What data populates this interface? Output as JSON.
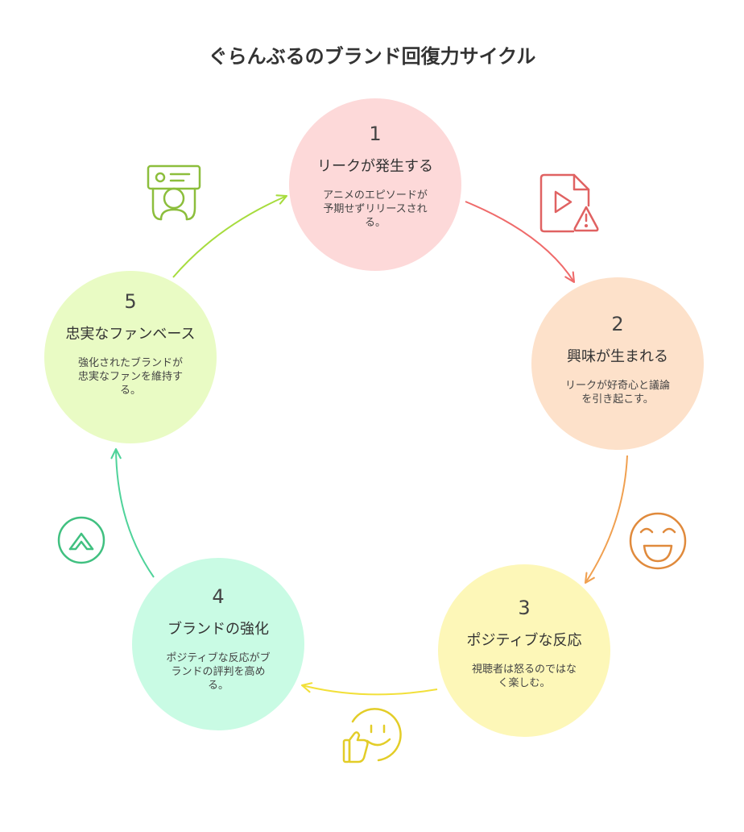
{
  "title": "ぐらんぶるのブランド回復力サイクル",
  "steps": [
    {
      "number": "1",
      "title": "リークが発生する",
      "description": "アニメのエピソードが予期せずリリースされる。",
      "color": "#fdd9d9",
      "icon": "video-file-warning-icon",
      "icon_color": "#e06262"
    },
    {
      "number": "2",
      "title": "興味が生まれる",
      "description": "リークが好奇心と議論を引き起こす。",
      "color": "#fde1ca",
      "icon": "laughing-face-icon",
      "icon_color": "#e08a3c"
    },
    {
      "number": "3",
      "title": "ポジティブな反応",
      "description": "視聴者は怒るのではなく楽しむ。",
      "color": "#fdf7b8",
      "icon": "smiley-thumbs-up-icon",
      "icon_color": "#e3cd28"
    },
    {
      "number": "4",
      "title": "ブランドの強化",
      "description": "ポジティブな反応がブランドの評判を高める。",
      "color": "#c9fbe4",
      "icon": "chevron-up-circle-icon",
      "icon_color": "#40c080"
    },
    {
      "number": "5",
      "title": "忠実なファンベース",
      "description": "強化されたブランドが忠実なファンを維持する。",
      "color": "#e9fbc4",
      "icon": "fan-holding-card-icon",
      "icon_color": "#8cbe3c"
    }
  ],
  "arrows": [
    {
      "from": "1",
      "to": "2",
      "color": "#ef6b6b"
    },
    {
      "from": "2",
      "to": "3",
      "color": "#f0a050"
    },
    {
      "from": "3",
      "to": "4",
      "color": "#f2e03a"
    },
    {
      "from": "4",
      "to": "5",
      "color": "#4fd39a"
    },
    {
      "from": "5",
      "to": "1",
      "color": "#a7dc3e"
    }
  ]
}
